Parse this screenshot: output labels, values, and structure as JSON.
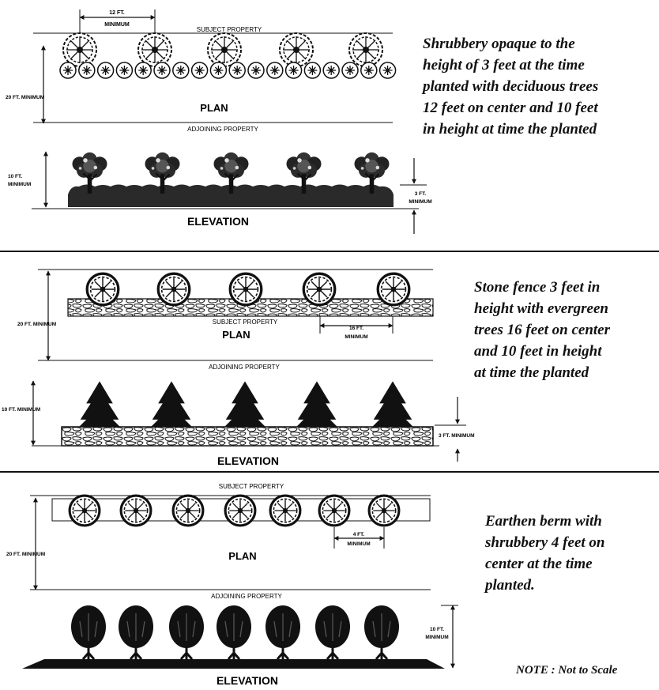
{
  "panels": [
    {
      "description": "Shrubbery opaque to the\nheight of 3 feet at the time\nplanted with deciduous trees\n12 feet on center and 10 feet\nin height at time the planted",
      "plan_label": "PLAN",
      "elevation_label": "ELEVATION",
      "subject_property": "SUBJECT PROPERTY",
      "adjoining_property": "ADJOINING PROPERTY",
      "spacing_label": [
        "12 FT.",
        "MINIMUM"
      ],
      "depth_label": "20 FT. MINIMUM",
      "height_label": [
        "10 FT.",
        "MINIMUM"
      ],
      "screen_height_label": [
        "3 FT.",
        "MINIMUM"
      ]
    },
    {
      "description": "Stone fence 3 feet in\nheight with evergreen\ntrees 16 feet on center\nand 10 feet in height\nat time the planted",
      "plan_label": "PLAN",
      "elevation_label": "ELEVATION",
      "subject_property": "SUBJECT PROPERTY",
      "adjoining_property": "ADJOINING PROPERTY",
      "spacing_label": [
        "16 FT.",
        "MINIMUM"
      ],
      "depth_label": "20 FT. MINIMUM",
      "height_label": [
        "10 FT. MINIMUM"
      ],
      "screen_height_label": [
        "3 FT. MINIMUM"
      ]
    },
    {
      "description": "Earthen berm with\nshrubbery 4 feet on\ncenter at the time\nplanted.",
      "plan_label": "PLAN",
      "elevation_label": "ELEVATION",
      "subject_property": "SUBJECT PROPERTY",
      "adjoining_property": "ADJOINING PROPERTY",
      "spacing_label": [
        "4 FT.",
        "MINIMUM"
      ],
      "depth_label": "20 FT. MINIMUM",
      "height_label": [
        "10 FT.",
        "MINIMUM"
      ]
    }
  ],
  "note": "NOTE : Not to Scale"
}
